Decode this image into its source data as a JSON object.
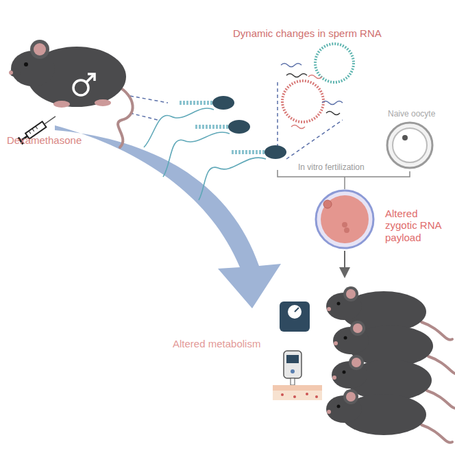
{
  "diagram": {
    "labels": [
      "Dynamic changes in sperm RNA",
      "Naive oocyte",
      "Dexamethasone",
      "In vitro fertilization",
      "Altered zygotic RNA payload",
      "Altered metabolism"
    ]
  }
}
